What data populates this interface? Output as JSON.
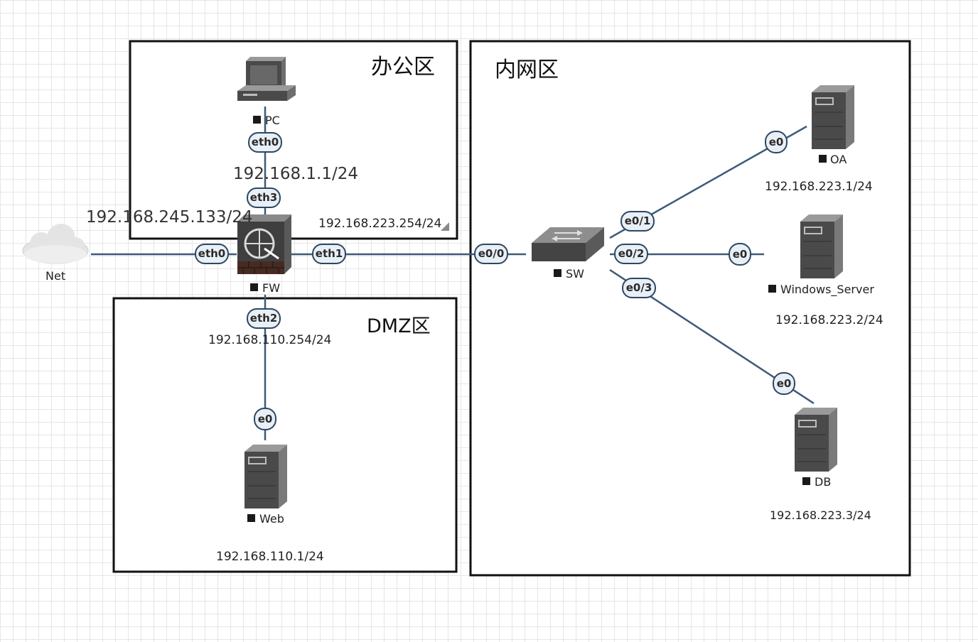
{
  "zones": {
    "office": "办公区",
    "intranet": "内网区",
    "dmz": "DMZ区"
  },
  "nodes": {
    "pc": "PC",
    "fw": "FW",
    "net": "Net",
    "sw": "SW",
    "web": "Web",
    "oa": "OA",
    "windows_server": "Windows_Server",
    "db": "DB"
  },
  "ports": {
    "pc_eth0": "eth0",
    "fw_eth3": "eth3",
    "fw_eth0": "eth0",
    "fw_eth1": "eth1",
    "fw_eth2": "eth2",
    "web_e0": "e0",
    "sw_e0_0": "e0/0",
    "sw_e0_1": "e0/1",
    "sw_e0_2": "e0/2",
    "sw_e0_3": "e0/3",
    "oa_e0": "e0",
    "win_e0": "e0",
    "db_e0": "e0"
  },
  "ips": {
    "office_net": "192.168.1.1/24",
    "fw_external": "192.168.245.133/24",
    "fw_internal": "192.168.223.254/24",
    "fw_dmz": "192.168.110.254/24",
    "web": "192.168.110.1/24",
    "oa": "192.168.223.1/24",
    "windows_server": "192.168.223.2/24",
    "db": "192.168.223.3/24"
  },
  "colors": {
    "link": "#3d5a7a",
    "port_fill": "#e9eff6",
    "zone_border": "#111111"
  }
}
